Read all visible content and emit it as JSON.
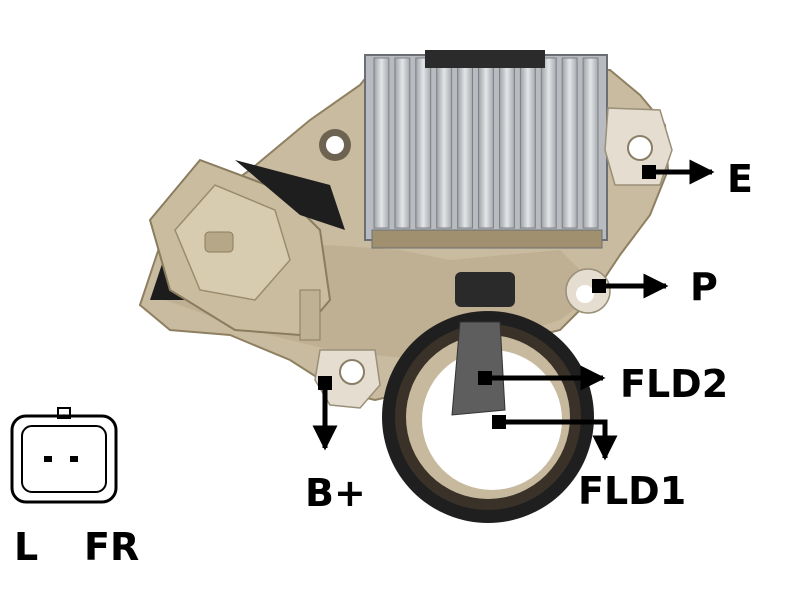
{
  "terminals": {
    "e": "E",
    "p": "P",
    "fld2": "FLD2",
    "fld1": "FLD1",
    "b_plus": "B+",
    "l": "L",
    "fr": "FR"
  },
  "colors": {
    "housing": "#cdbfa5",
    "housing_dark": "#a89878",
    "heatsink": "#c9cccf",
    "heatsink_dark": "#8e9297",
    "seal": "#2a2a2a",
    "arrow": "#000000",
    "label": "#000000"
  },
  "icons": {
    "connector": "two-pin-connector-icon"
  }
}
